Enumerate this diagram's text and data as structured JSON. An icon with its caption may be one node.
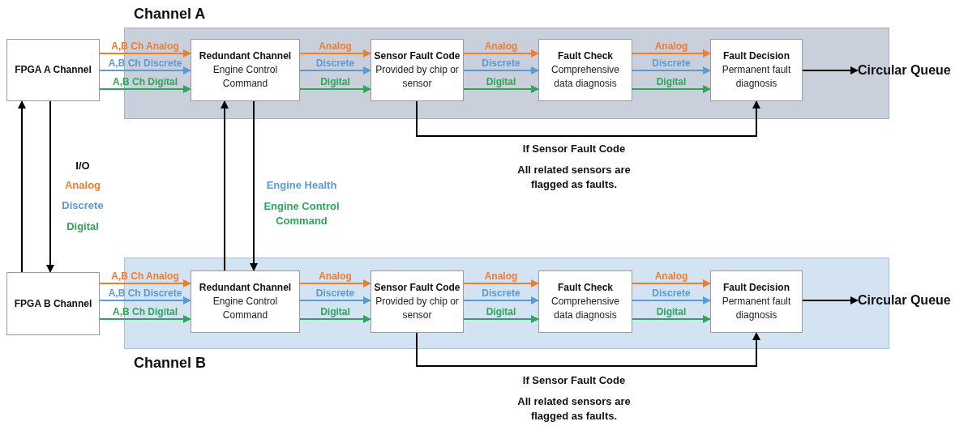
{
  "diagram": {
    "nodes": [
      {
        "text": [
          "Channel A"
        ]
      },
      {
        "text": [
          "FPGA A Channel"
        ]
      },
      {
        "text": [
          "Redundant Channel",
          "Engine Control Command"
        ],
        "in": 0
      },
      {
        "text": [
          "Sensor Fault Code",
          "Provided by chip or sensor"
        ],
        "in": 0
      },
      {
        "text": [
          "Fault Check",
          "Comprehensive data diagnosis"
        ],
        "in": 0
      },
      {
        "text": [
          "Fault Decision",
          "Permanent fault diagnosis"
        ],
        "in": 0
      },
      {
        "text": [
          "Circular Queue"
        ]
      },
      {
        "text": [
          "Channel B"
        ]
      },
      {
        "text": [
          "FPGA B Channel"
        ]
      },
      {
        "text": [
          "Redundant Channel",
          "Engine Control Command"
        ],
        "in": 7
      },
      {
        "text": [
          "Sensor Fault Code",
          "Provided by chip or sensor"
        ],
        "in": 7
      },
      {
        "text": [
          "Fault Check",
          "Comprehensive data diagnosis"
        ],
        "in": 7
      },
      {
        "text": [
          "Fault Decision",
          "Permanent fault diagnosis"
        ],
        "in": 7
      },
      {
        "text": [
          "Circular Queue"
        ]
      }
    ],
    "edges": [
      {
        "from": 1,
        "to": 2,
        "arrow": "to",
        "label": "A,B Ch Analog",
        "color": "#ed7d31"
      },
      {
        "from": 1,
        "to": 2,
        "arrow": "to",
        "label": "A,B Ch Discrete",
        "color": "#5b9bd5"
      },
      {
        "from": 1,
        "to": 2,
        "arrow": "to",
        "label": "A,B Ch Digital",
        "color": "#2ea55a"
      },
      {
        "from": 2,
        "to": 3,
        "arrow": "to",
        "label": "Analog",
        "color": "#ed7d31"
      },
      {
        "from": 2,
        "to": 3,
        "arrow": "to",
        "label": "Discrete",
        "color": "#5b9bd5"
      },
      {
        "from": 2,
        "to": 3,
        "arrow": "to",
        "label": "Digital",
        "color": "#2ea55a"
      },
      {
        "from": 3,
        "to": 4,
        "arrow": "to",
        "label": "Analog",
        "color": "#ed7d31"
      },
      {
        "from": 3,
        "to": 4,
        "arrow": "to",
        "label": "Discrete",
        "color": "#5b9bd5"
      },
      {
        "from": 3,
        "to": 4,
        "arrow": "to",
        "label": "Digital",
        "color": "#2ea55a"
      },
      {
        "from": 4,
        "to": 5,
        "arrow": "to",
        "label": "Analog",
        "color": "#ed7d31"
      },
      {
        "from": 4,
        "to": 5,
        "arrow": "to",
        "label": "Discrete",
        "color": "#5b9bd5"
      },
      {
        "from": 4,
        "to": 5,
        "arrow": "to",
        "label": "Digital",
        "color": "#2ea55a"
      },
      {
        "from": 5,
        "to": 6,
        "arrow": "to",
        "color": "#000000"
      },
      {
        "from": 3,
        "to": 5,
        "arrow": "to",
        "color": "#000000"
      },
      {
        "from": 8,
        "to": 9,
        "arrow": "to",
        "label": "A,B Ch Analog",
        "color": "#ed7d31"
      },
      {
        "from": 8,
        "to": 9,
        "arrow": "to",
        "label": "A,B Ch Discrete",
        "color": "#5b9bd5"
      },
      {
        "from": 8,
        "to": 9,
        "arrow": "to",
        "label": "A,B Ch Digital",
        "color": "#2ea55a"
      },
      {
        "from": 9,
        "to": 10,
        "arrow": "to",
        "label": "Analog",
        "color": "#ed7d31"
      },
      {
        "from": 9,
        "to": 10,
        "arrow": "to",
        "label": "Discrete",
        "color": "#5b9bd5"
      },
      {
        "from": 9,
        "to": 10,
        "arrow": "to",
        "label": "Digital",
        "color": "#2ea55a"
      },
      {
        "from": 10,
        "to": 11,
        "arrow": "to",
        "label": "Analog",
        "color": "#ed7d31"
      },
      {
        "from": 10,
        "to": 11,
        "arrow": "to",
        "label": "Discrete",
        "color": "#5b9bd5"
      },
      {
        "from": 10,
        "to": 11,
        "arrow": "to",
        "label": "Digital",
        "color": "#2ea55a"
      },
      {
        "from": 11,
        "to": 12,
        "arrow": "to",
        "label": "Analog",
        "color": "#ed7d31"
      },
      {
        "from": 11,
        "to": 12,
        "arrow": "to",
        "label": "Discrete",
        "color": "#5b9bd5"
      },
      {
        "from": 11,
        "to": 12,
        "arrow": "to",
        "label": "Digital",
        "color": "#2ea55a"
      },
      {
        "from": 12,
        "to": 13,
        "arrow": "to",
        "color": "#000000"
      },
      {
        "from": 10,
        "to": 12,
        "arrow": "to",
        "color": "#000000"
      },
      {
        "from": 8,
        "to": 1,
        "arrow": "to",
        "color": "#000000"
      },
      {
        "from": 1,
        "to": 8,
        "arrow": "to",
        "color": "#000000"
      },
      {
        "from": 9,
        "to": 2,
        "arrow": "to",
        "color": "#000000"
      },
      {
        "from": 2,
        "to": 9,
        "arrow": "to",
        "color": "#000000"
      }
    ],
    "labels": [
      "If Sensor Fault Code",
      "All related sensors are flagged as faults.",
      "I/O",
      "Analog",
      "Discrete",
      "Digital",
      "Engine Health",
      "Engine Control Command",
      "If Sensor Fault Code",
      "All related sensors are flagged as faults."
    ]
  }
}
